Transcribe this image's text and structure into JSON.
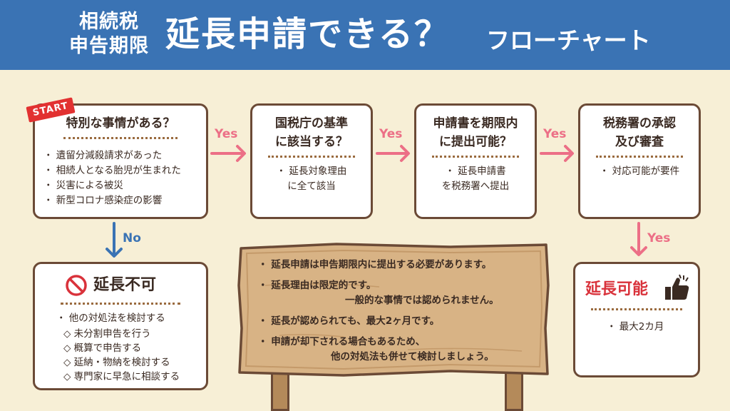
{
  "header": {
    "left_line1": "相続税",
    "left_line2": "申告期限",
    "main": "延長申請できる？",
    "sub": "フローチャート"
  },
  "badge_start": "START",
  "box1": {
    "title": "特別な事情がある？",
    "items": [
      "・ 遺留分減殺請求があった",
      "・ 相続人となる胎児が生まれた",
      "・ 災害による被災",
      "・ 新型コロナ感染症の影響"
    ]
  },
  "box2": {
    "title_line1": "国税庁の基準",
    "title_line2": "に該当する？",
    "line1": "・ 延長対象理由",
    "line2": "に全て該当"
  },
  "box3": {
    "title_line1": "申請書を期限内",
    "title_line2": "に提出可能？",
    "line1": "・ 延長申請書",
    "line2": "を税務署へ提出"
  },
  "box4": {
    "title_line1": "税務署の承認",
    "title_line2": "及び審査",
    "line1": "・ 対応可能が要件"
  },
  "arrows": {
    "yes": "Yes",
    "no": "No"
  },
  "no_box": {
    "title": "延長不可",
    "lead": "・ 他の対処法を検討する",
    "items": [
      "◇ 未分割申告を行う",
      "◇ 概算で申告する",
      "◇ 延納・物納を検討する",
      "◇ 専門家に早急に相談する"
    ]
  },
  "yes_box": {
    "title": "延長可能",
    "item": "・ 最大2カ月"
  },
  "sign": {
    "l1": "・ 延長申請は申告期限内に提出する必要があります。",
    "l2": "・ 延長理由は限定的です。",
    "l3": "一般的な事情では認められません。",
    "l4": "・ 延長が認められても、最大2ヶ月です。",
    "l5": "・ 申請が却下される場合もあるため、",
    "l6": "他の対処法も併せて検討しましょう。"
  },
  "colors": {
    "header": "#3a73b4",
    "yes_arrow": "#ec6f86",
    "no_arrow": "#3a73b4",
    "ok_title": "#d9323b",
    "border": "#6b4a36",
    "background": "#f7efd6"
  }
}
